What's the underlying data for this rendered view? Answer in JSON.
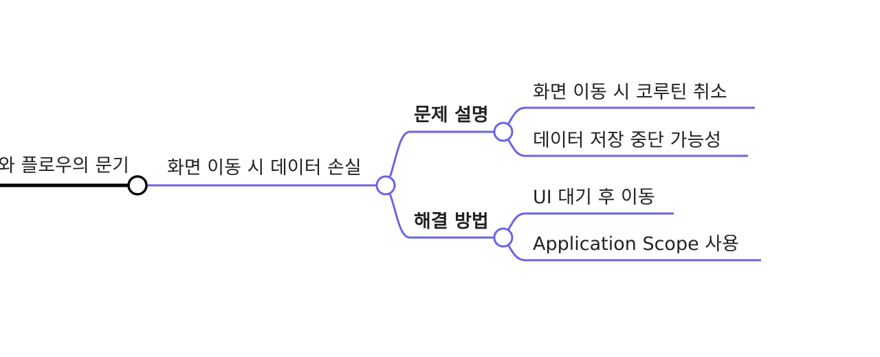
{
  "mindmap": {
    "colors": {
      "root_branch": "#000000",
      "branch": "#6a63e9",
      "node_fill": "#ffffff",
      "text": "#222222"
    },
    "root": {
      "label": "와 플로우의 문기"
    },
    "topic": {
      "label": "화면 이동 시 데이터 손실"
    },
    "groups": [
      {
        "label": "문제 설명",
        "children": [
          {
            "label": "화면 이동 시 코루틴 취소"
          },
          {
            "label": "데이터 저장 중단 가능성"
          }
        ]
      },
      {
        "label": "해결 방법",
        "children": [
          {
            "label": "UI 대기 후 이동"
          },
          {
            "label": "Application Scope 사용"
          }
        ]
      }
    ]
  }
}
